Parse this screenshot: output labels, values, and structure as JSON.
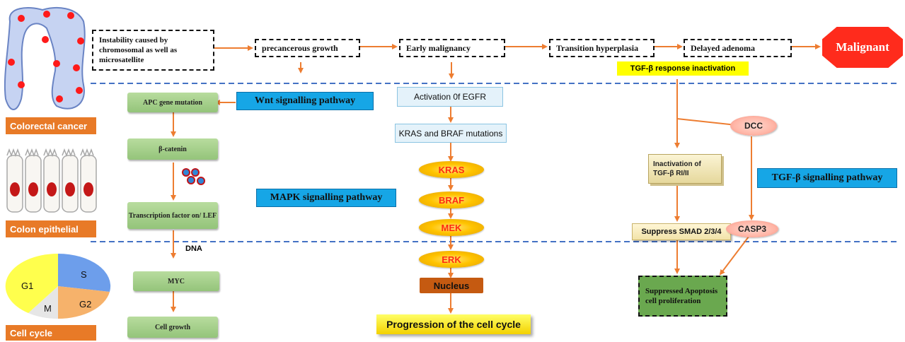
{
  "flow": {
    "step1": "Instability caused by chromosomal as well as microsatellite",
    "step2": "precancerous growth",
    "step3": "Early malignancy",
    "step4": "Transition hyperplasia",
    "step5": "Delayed adenoma",
    "malignant": "Malignant",
    "tgf_inactivation": "TGF-β response inactivation"
  },
  "labels": {
    "colorectal": "Colorectal cancer",
    "colon": "Colon epithelial",
    "cellcycle": "Cell cycle"
  },
  "wnt": {
    "title": "Wnt signalling pathway",
    "apc": "APC gene mutation",
    "catenin": "β-catenin",
    "tf": "Transcription factor on/ LEF",
    "dna": "DNA",
    "myc": "MYC",
    "growth": "Cell growth"
  },
  "mapk": {
    "title": "MAPK signalling pathway",
    "egfr": "Activation 0f EGFR",
    "kras_braf": "KRAS and BRAF mutations",
    "kras": "KRAS",
    "braf": "BRAF",
    "mek": "MEK",
    "erk": "ERK",
    "nucleus": "Nucleus",
    "progression": "Progression of the cell cycle"
  },
  "tgf": {
    "title": "TGF-β signalling pathway",
    "dcc": "DCC",
    "inactivation": "Inactivation of TGF-β RI/II",
    "suppress_smad": "Suppress SMAD 2/3/4",
    "casp3": "CASP3",
    "apoptosis": "Suppressed Apoptosis cell proliferation"
  },
  "pie": {
    "segments": [
      {
        "label": "S",
        "color": "#6d9eeb"
      },
      {
        "label": "G2",
        "color": "#f6b26b"
      },
      {
        "label": "M",
        "color": "#e6e6e6"
      },
      {
        "label": "G1",
        "color": "#ffff4d"
      }
    ]
  },
  "colors": {
    "arrow": "#ed7d31",
    "divider": "#4472c4",
    "malignant": "#ff2b1c",
    "label_bg": "#e87a27",
    "pathway_bg": "#16a6e6",
    "highlight": "#ffff00"
  }
}
